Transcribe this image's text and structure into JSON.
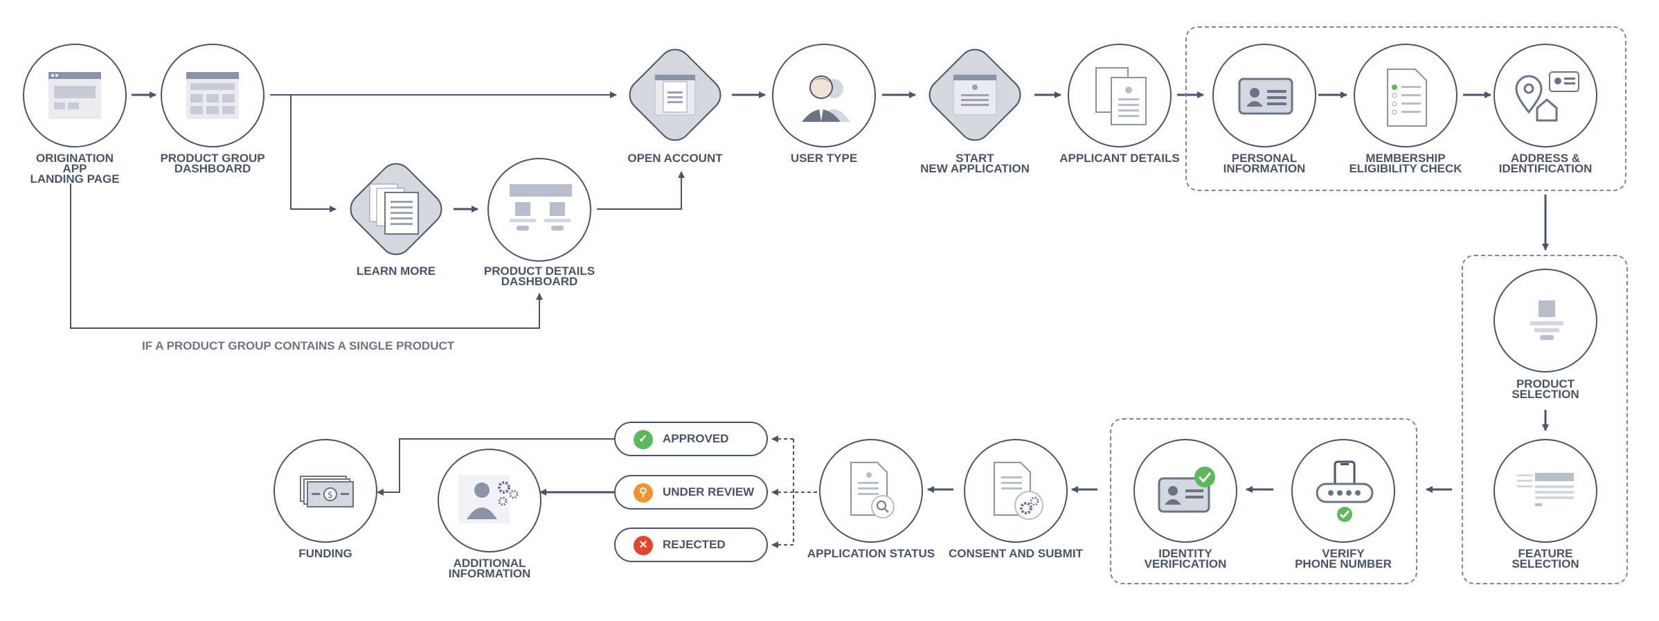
{
  "labels": {
    "origination": "ORIGINATION\nAPP\nLANDING PAGE",
    "product_group": "PRODUCT GROUP\nDASHBOARD",
    "open_account": "OPEN ACCOUNT",
    "user_type": "USER TYPE",
    "start_application": "START\nNEW APPLICATION",
    "applicant_details": "APPLICANT DETAILS",
    "personal_information": "PERSONAL\nINFORMATION",
    "membership": "MEMBERSHIP\nELIGIBILITY CHECK",
    "address": "ADDRESS &\nIDENTIFICATION",
    "learn_more": "LEARN MORE",
    "product_details": "PRODUCT DETAILS\nDASHBOARD",
    "product_selection": "PRODUCT\nSELECTION",
    "feature_selection": "FEATURE\nSELECTION",
    "verify_phone": "VERIFY\nPHONE NUMBER",
    "identity_verification": "IDENTITY\nVERIFICATION",
    "consent_submit": "CONSENT AND SUBMIT",
    "application_status": "APPLICATION STATUS",
    "additional_information": "ADDITIONAL\nINFORMATION",
    "funding": "FUNDING"
  },
  "note": "IF A PRODUCT GROUP CONTAINS A SINGLE PRODUCT",
  "statuses": {
    "approved": "APPROVED",
    "under_review": "UNDER REVIEW",
    "rejected": "REJECTED"
  },
  "colors": {
    "line": "#4a5468",
    "icon_fill": "#d3d7e0",
    "approved": "#5cb85c",
    "under_review": "#f0922e",
    "rejected": "#e8412c"
  },
  "icons": {
    "origination": "browser-window-icon",
    "product_group": "dashboard-grid-icon",
    "open_account": "document-icon",
    "user_type": "users-icon",
    "start_application": "application-form-icon",
    "applicant_details": "documents-icon",
    "personal_information": "id-card-icon",
    "membership": "checklist-icon",
    "address": "location-home-icon",
    "learn_more": "documents-stack-icon",
    "product_details": "product-layout-icon",
    "product_selection": "product-icon",
    "feature_selection": "feature-list-icon",
    "verify_phone": "phone-code-icon",
    "identity_verification": "id-verified-icon",
    "consent_submit": "document-gear-icon",
    "application_status": "document-search-icon",
    "additional_information": "user-gears-icon",
    "funding": "money-icon"
  }
}
